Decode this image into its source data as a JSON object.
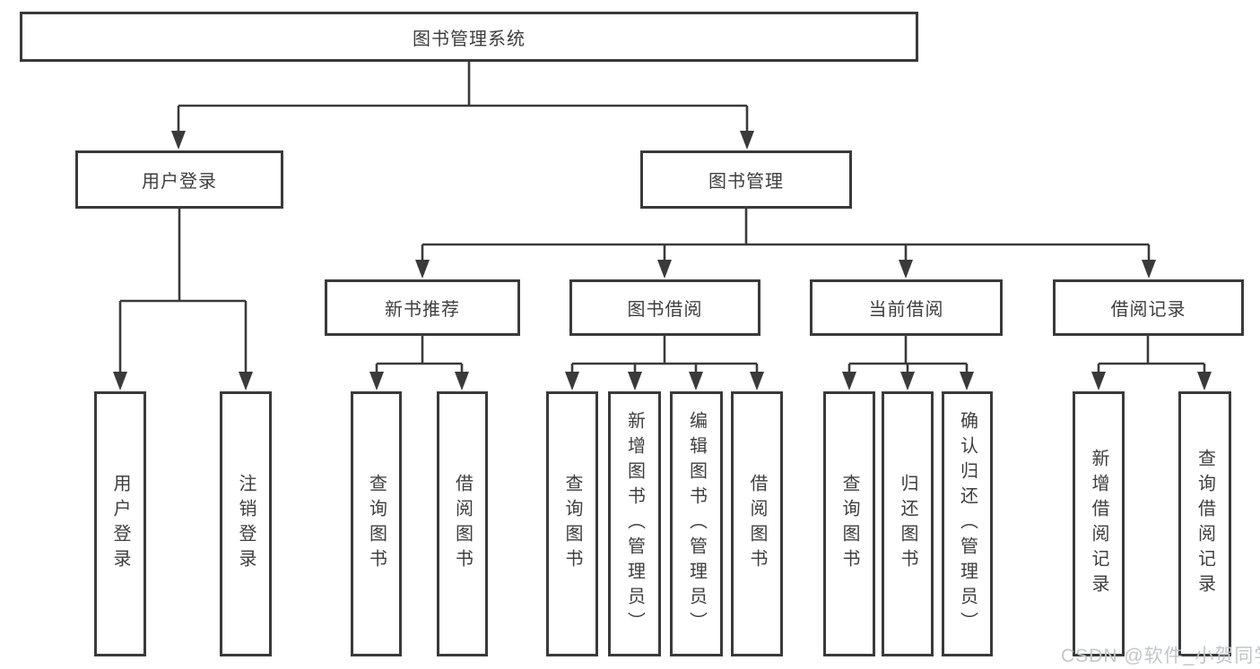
{
  "tree": {
    "root": {
      "label": "图书管理系统"
    },
    "branches": [
      {
        "label": "用户登录",
        "children": [
          {
            "label": "用户登录"
          },
          {
            "label": "注销登录"
          }
        ]
      },
      {
        "label": "图书管理",
        "children": [
          {
            "label": "新书推荐",
            "children": [
              {
                "label": "查询图书"
              },
              {
                "label": "借阅图书"
              }
            ]
          },
          {
            "label": "图书借阅",
            "children": [
              {
                "label": "查询图书"
              },
              {
                "label": "新增图书（管理员）"
              },
              {
                "label": "编辑图书（管理员）"
              },
              {
                "label": "借阅图书"
              }
            ]
          },
          {
            "label": "当前借阅",
            "children": [
              {
                "label": "查询图书"
              },
              {
                "label": "归还图书"
              },
              {
                "label": "确认归还（管理员）"
              }
            ]
          },
          {
            "label": "借阅记录",
            "children": [
              {
                "label": "新增借阅记录"
              },
              {
                "label": "查询借阅记录"
              }
            ]
          }
        ]
      }
    ]
  },
  "watermark": {
    "text": "CSDN @软件_小贺同学"
  },
  "colors": {
    "line": "#3a3a3a",
    "box_border": "#3a3a3a",
    "text": "#3e3e3e",
    "watermark": "#c3c6c9",
    "background": "#ffffff"
  }
}
